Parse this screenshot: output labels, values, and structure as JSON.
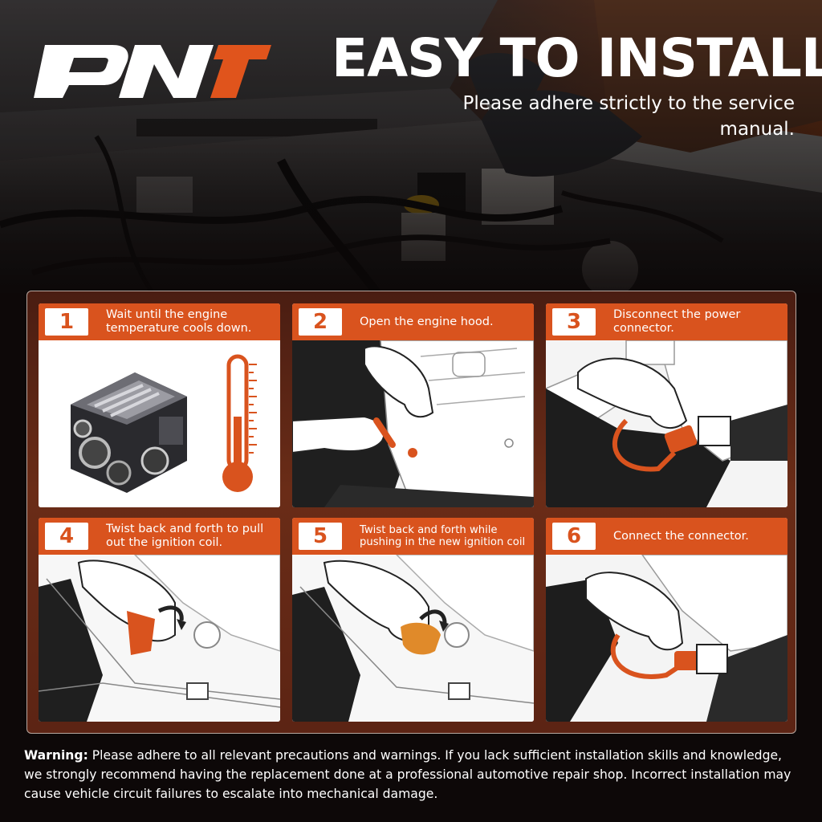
{
  "brand": {
    "logo_text": "PNT",
    "logo_alt": "PNT"
  },
  "header": {
    "headline": "EASY TO INSTALL",
    "subtitle": "Please adhere strictly to the service manual."
  },
  "steps": [
    {
      "number": "1",
      "text": "Wait until the engine temperature cools down.",
      "image": "engine-and-thermometer-icon"
    },
    {
      "number": "2",
      "text": "Open the engine hood.",
      "image": "hand-opening-hood-illustration"
    },
    {
      "number": "3",
      "text": "Disconnect the power connector.",
      "image": "hand-disconnecting-connector-illustration"
    },
    {
      "number": "4",
      "text": "Twist back and forth to pull out the ignition coil.",
      "image": "hand-pulling-ignition-coil-illustration"
    },
    {
      "number": "5",
      "text": "Twist back and forth while pushing in the new ignition coil",
      "image": "hand-pushing-ignition-coil-illustration"
    },
    {
      "number": "6",
      "text": "Connect the connector.",
      "image": "hand-connecting-connector-illustration"
    }
  ],
  "warning": {
    "label": "Warning:",
    "text": "Please adhere to all relevant precautions and warnings. If you lack sufficient installation skills and knowledge, we strongly recommend having the replacement done at a professional automotive repair shop. Incorrect installation may cause vehicle circuit failures to escalate into mechanical damage."
  },
  "colors": {
    "accent": "#d9531e",
    "panel": "#5c2414",
    "background": "#0d0808"
  }
}
